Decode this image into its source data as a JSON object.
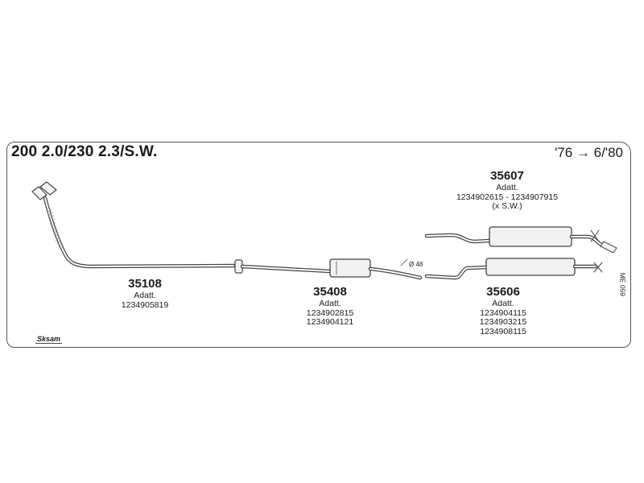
{
  "header": {
    "title": "200 2.0/230 2.3/S.W.",
    "years": "'76 → 6/'80"
  },
  "parts": [
    {
      "number": "35108",
      "lines": [
        "Adatt.",
        "1234905819"
      ]
    },
    {
      "number": "35408",
      "lines": [
        "Adatt.",
        "1234902815",
        "1234904121"
      ]
    },
    {
      "number": "35606",
      "lines": [
        "Adatt.",
        "1234904115",
        "1234903215",
        "1234908115"
      ]
    },
    {
      "number": "35607",
      "lines": [
        "Adatt.",
        "1234902615 - 1234907915",
        "(x S.W.)"
      ]
    }
  ],
  "diameter_label": "Ø 48",
  "side_code": "ME 059",
  "brand": "Sksam",
  "colors": {
    "line": "#444444",
    "fill": "#f2f2f2",
    "hatch": "#888888"
  }
}
